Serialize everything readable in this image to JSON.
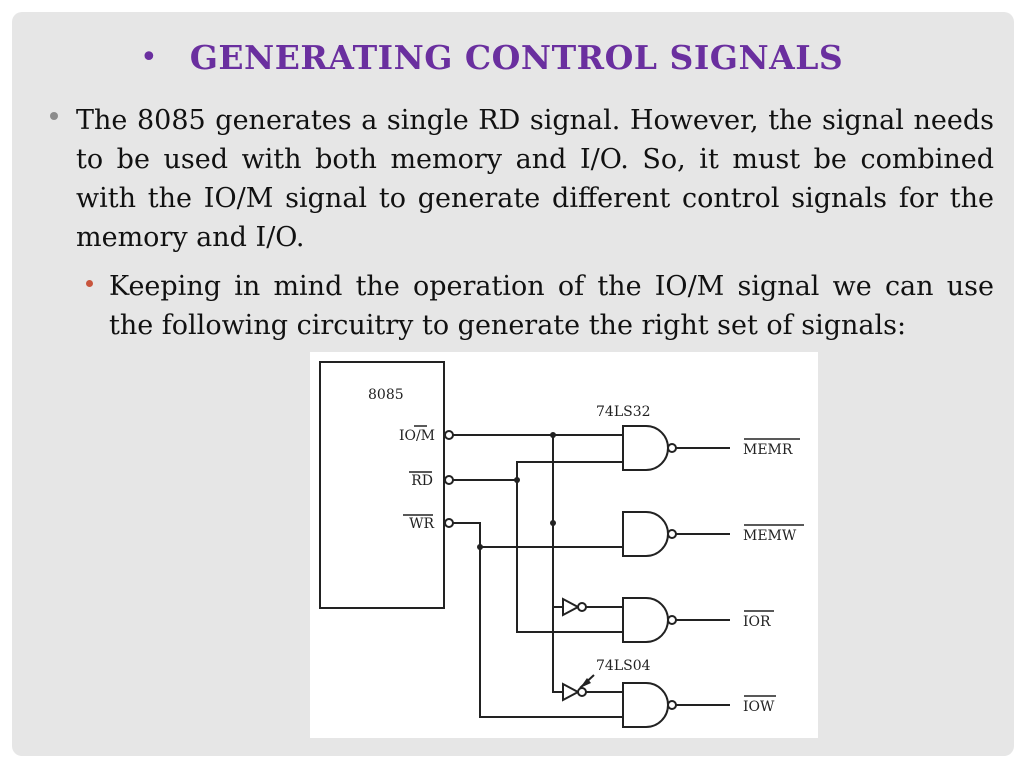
{
  "slide": {
    "title": "GENERATING CONTROL SIGNALS",
    "bullets": [
      {
        "level": 1,
        "text": "The 8085 generates a single RD signal. However, the signal needs to be used with both memory and I/O. So, it must be combined with the IO/M signal to generate different control signals for the memory and I/O."
      },
      {
        "level": 2,
        "text": "Keeping in mind the operation of the IO/M signal we can use the following circuitry to generate the right set of signals:"
      }
    ]
  },
  "diagram": {
    "chip_label": "8085",
    "pins": [
      "IO/M",
      "RD",
      "WR"
    ],
    "or_gate_label": "74LS32",
    "inverter_label": "74LS04",
    "outputs": [
      "MEMR",
      "MEMW",
      "IOR",
      "IOW"
    ]
  },
  "colors": {
    "title": "#6a2f9f",
    "bullet_level1": "#8c8c8c",
    "bullet_level2": "#c8553d",
    "slide_bg": "#e6e6e6"
  }
}
